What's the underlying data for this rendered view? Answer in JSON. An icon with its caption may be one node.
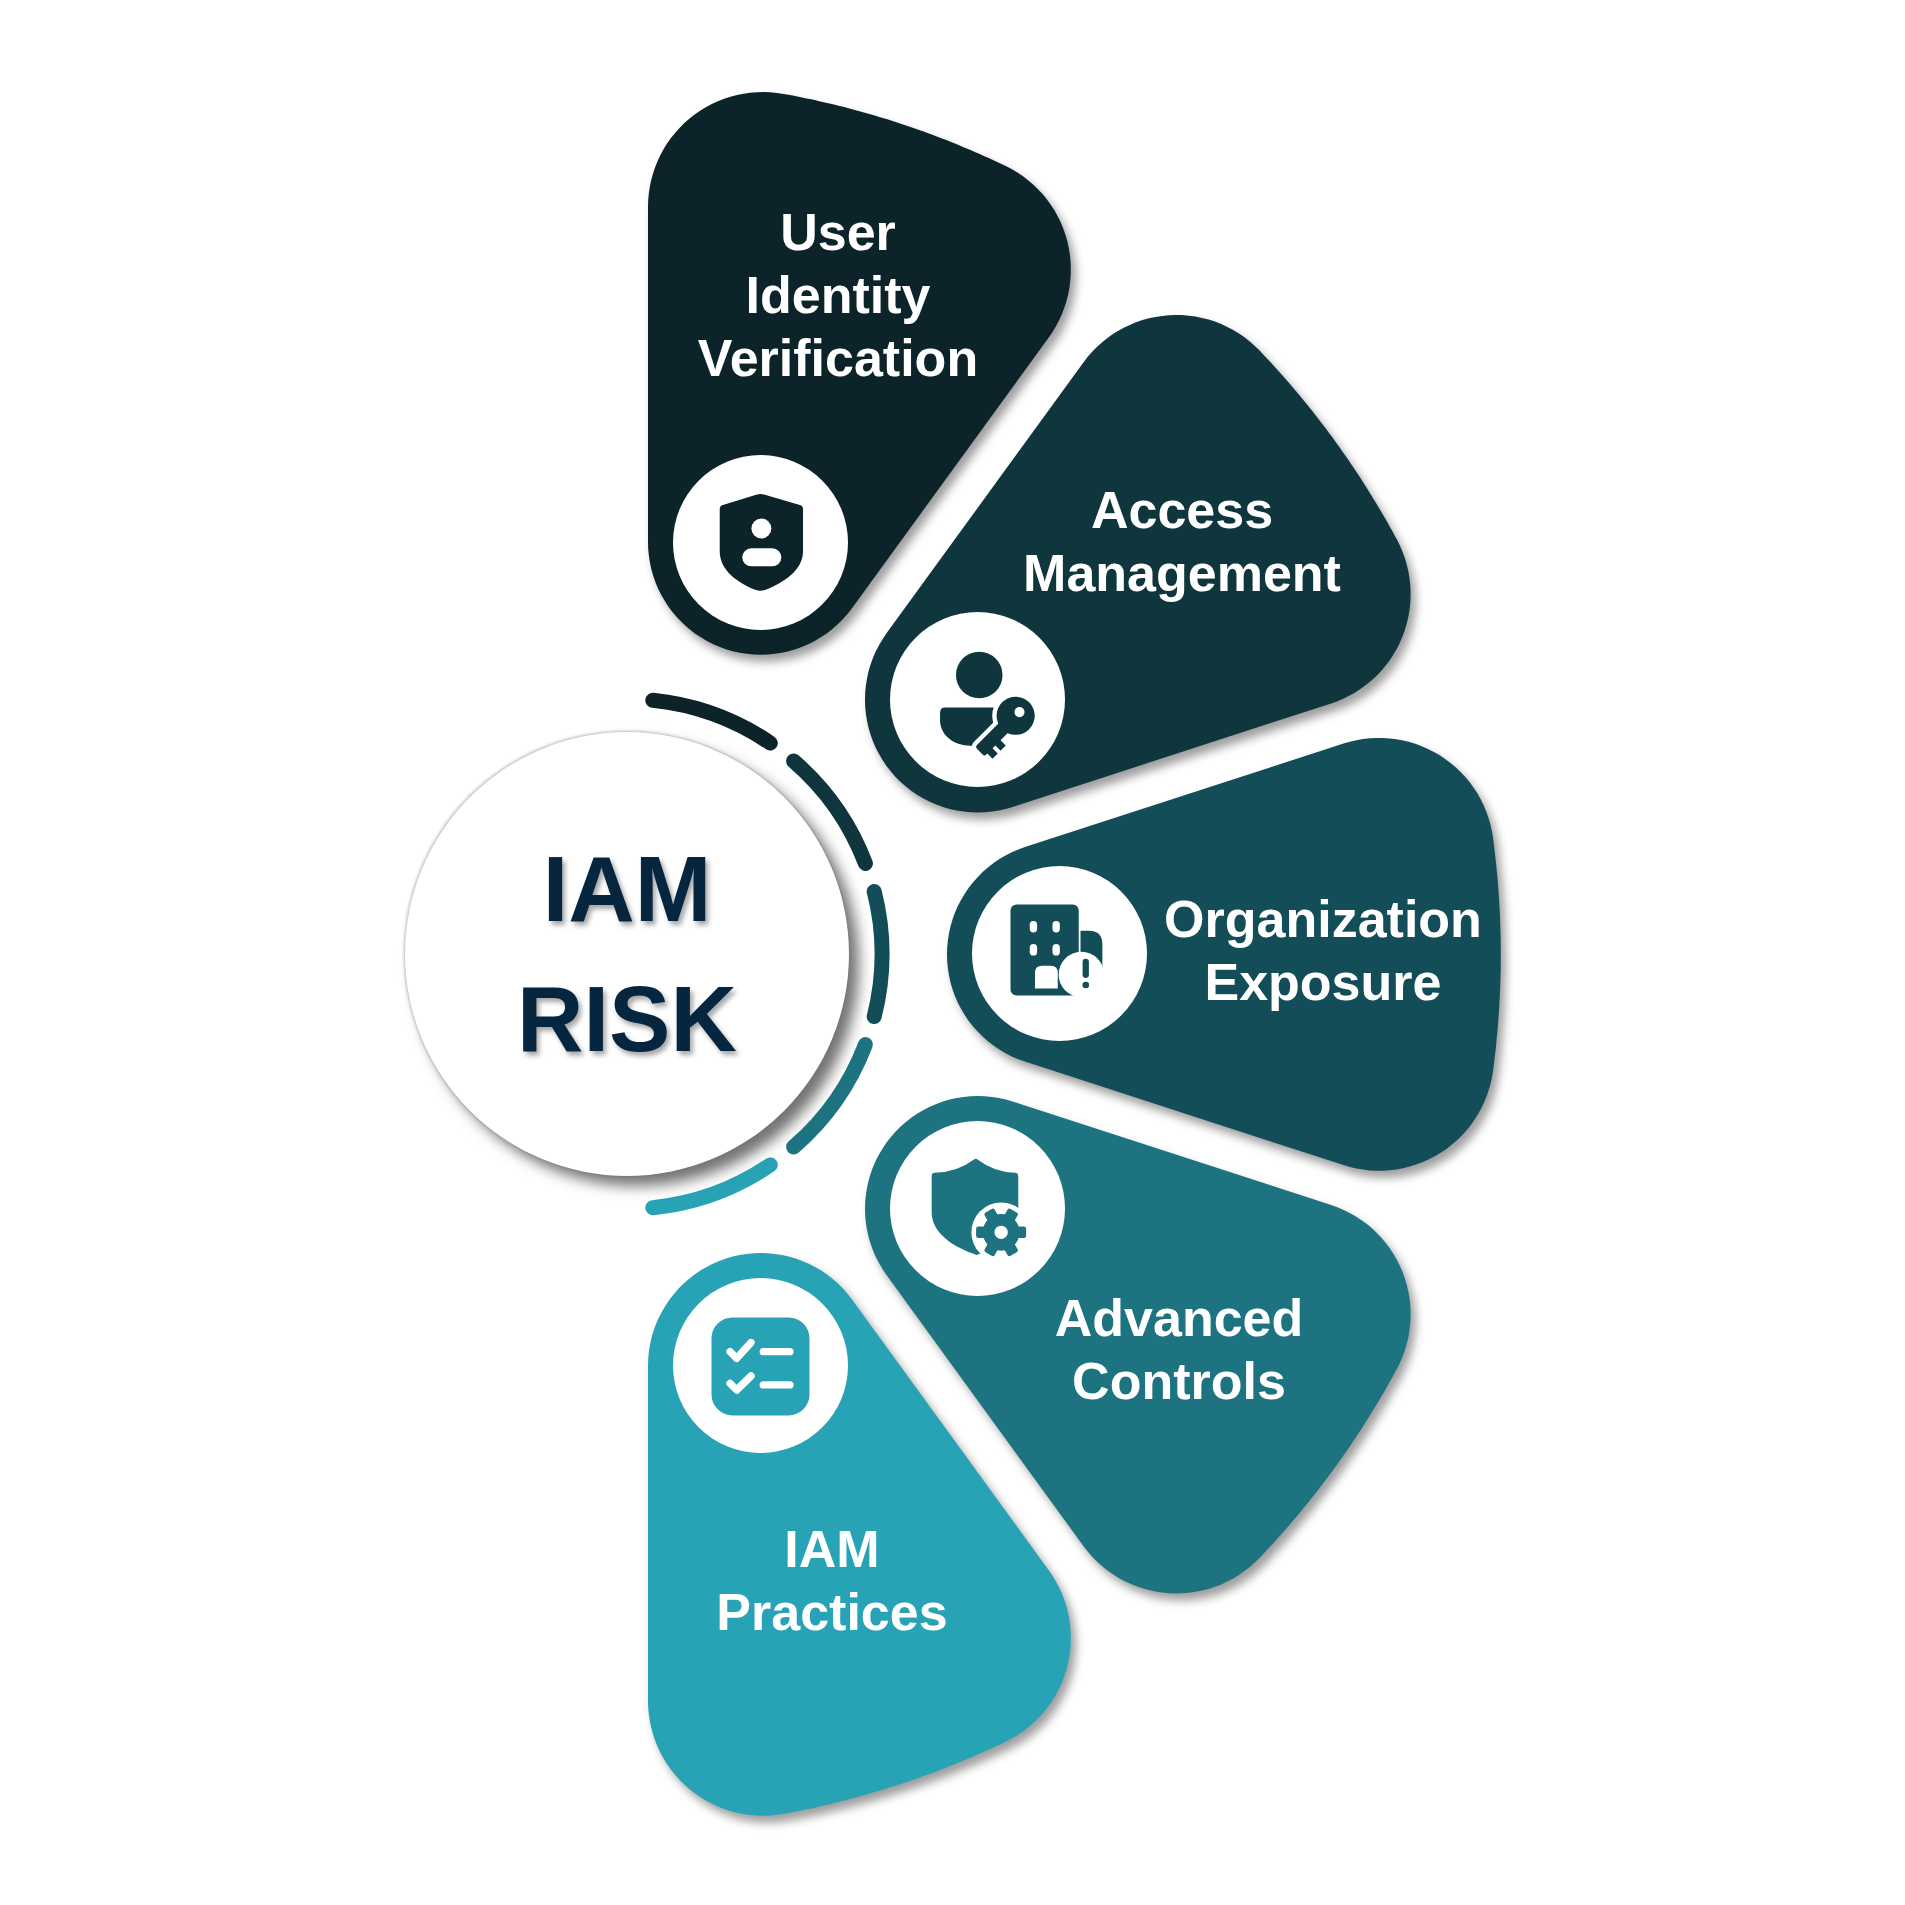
{
  "diagram": {
    "nodes": [
      {
        "text": [
          "IAM RISK"
        ]
      },
      {
        "text": [
          "User Identity Verification"
        ]
      },
      {
        "text": [
          "Access Management"
        ]
      },
      {
        "text": [
          "Organization Exposure"
        ]
      },
      {
        "text": [
          "Advanced Controls"
        ]
      },
      {
        "text": [
          "IAM Practices"
        ]
      }
    ]
  }
}
